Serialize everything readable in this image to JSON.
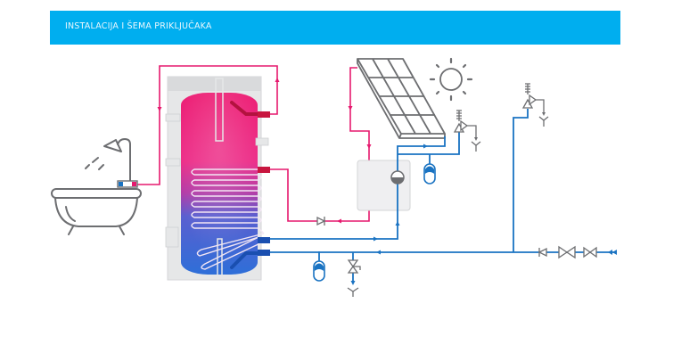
{
  "header": {
    "title": "INSTALACIJA I ŠEMA PRIKLJUČAKA",
    "background": "#00aeef"
  },
  "diagram": {
    "colors": {
      "hot_pipe": "#e6196e",
      "cold_pipe": "#1a73c2",
      "hot_tank": "#ec1b72",
      "cold_tank": "#2a6fd6",
      "symbol_gray": "#6d6e71",
      "casing": "#e6e7e8",
      "control_box": "#efeff1"
    },
    "components": [
      {
        "name": "boiler-tank",
        "icon": "storage-tank"
      },
      {
        "name": "bathtub",
        "icon": "bathtub-icon"
      },
      {
        "name": "shower",
        "icon": "shower-icon"
      },
      {
        "name": "solar-collector",
        "icon": "solar-panel-icon"
      },
      {
        "name": "sun",
        "icon": "sun-icon"
      },
      {
        "name": "pump-station",
        "icon": "pump-icon"
      },
      {
        "name": "expansion-vessel-solar",
        "icon": "expansion-vessel-icon"
      },
      {
        "name": "expansion-vessel-water",
        "icon": "expansion-vessel-icon"
      },
      {
        "name": "safety-valve-solar",
        "icon": "safety-valve-icon"
      },
      {
        "name": "safety-valve-water",
        "icon": "safety-valve-icon"
      },
      {
        "name": "drain-valve",
        "icon": "valve-icon"
      },
      {
        "name": "check-valve",
        "icon": "check-valve-icon"
      },
      {
        "name": "inlet-valves",
        "icon": "valve-icon"
      }
    ]
  }
}
